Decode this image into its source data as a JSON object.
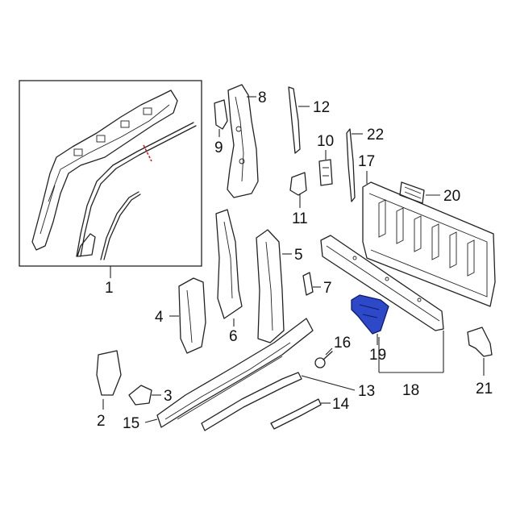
{
  "diagram": {
    "callouts": [
      {
        "id": "c1",
        "label": "1"
      },
      {
        "id": "c2",
        "label": "2"
      },
      {
        "id": "c3",
        "label": "3"
      },
      {
        "id": "c4",
        "label": "4"
      },
      {
        "id": "c5",
        "label": "5"
      },
      {
        "id": "c6",
        "label": "6"
      },
      {
        "id": "c7",
        "label": "7"
      },
      {
        "id": "c8",
        "label": "8"
      },
      {
        "id": "c9",
        "label": "9"
      },
      {
        "id": "c10",
        "label": "10"
      },
      {
        "id": "c11",
        "label": "11"
      },
      {
        "id": "c12",
        "label": "12"
      },
      {
        "id": "c13",
        "label": "13"
      },
      {
        "id": "c14",
        "label": "14"
      },
      {
        "id": "c15",
        "label": "15"
      },
      {
        "id": "c16",
        "label": "16"
      },
      {
        "id": "c17",
        "label": "17"
      },
      {
        "id": "c18",
        "label": "18"
      },
      {
        "id": "c19",
        "label": "19"
      },
      {
        "id": "c20",
        "label": "20"
      },
      {
        "id": "c21",
        "label": "21"
      },
      {
        "id": "c22",
        "label": "22"
      }
    ],
    "highlight_color": "#2e49c8",
    "highlighted_part": "19"
  }
}
